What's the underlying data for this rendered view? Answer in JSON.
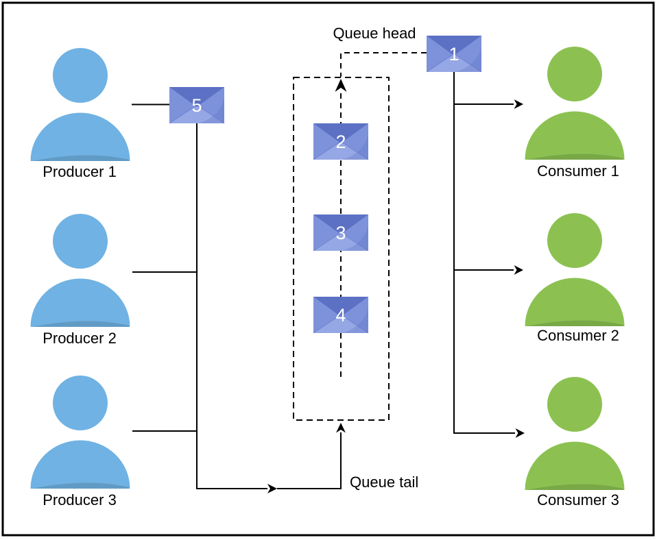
{
  "diagram": {
    "queue": {
      "head_label": "Queue head",
      "tail_label": "Queue tail"
    },
    "producers": [
      {
        "label": "Producer 1"
      },
      {
        "label": "Producer 2"
      },
      {
        "label": "Producer 3"
      }
    ],
    "consumers": [
      {
        "label": "Consumer 1"
      },
      {
        "label": "Consumer 2"
      },
      {
        "label": "Consumer 3"
      }
    ],
    "envelopes": {
      "e1": {
        "number": "1"
      },
      "e2": {
        "number": "2"
      },
      "e3": {
        "number": "3"
      },
      "e4": {
        "number": "4"
      },
      "e5": {
        "number": "5"
      }
    },
    "colors": {
      "background": "#FFFFFF",
      "line": "#000000",
      "producer_blue": "#70B2E3",
      "consumer_green": "#8CC152",
      "envelope_body": "#8B9EDF",
      "envelope_bottom": "#95A7E4",
      "envelope_side": "#7D92DA",
      "envelope_flap": "#5C70C4"
    }
  }
}
